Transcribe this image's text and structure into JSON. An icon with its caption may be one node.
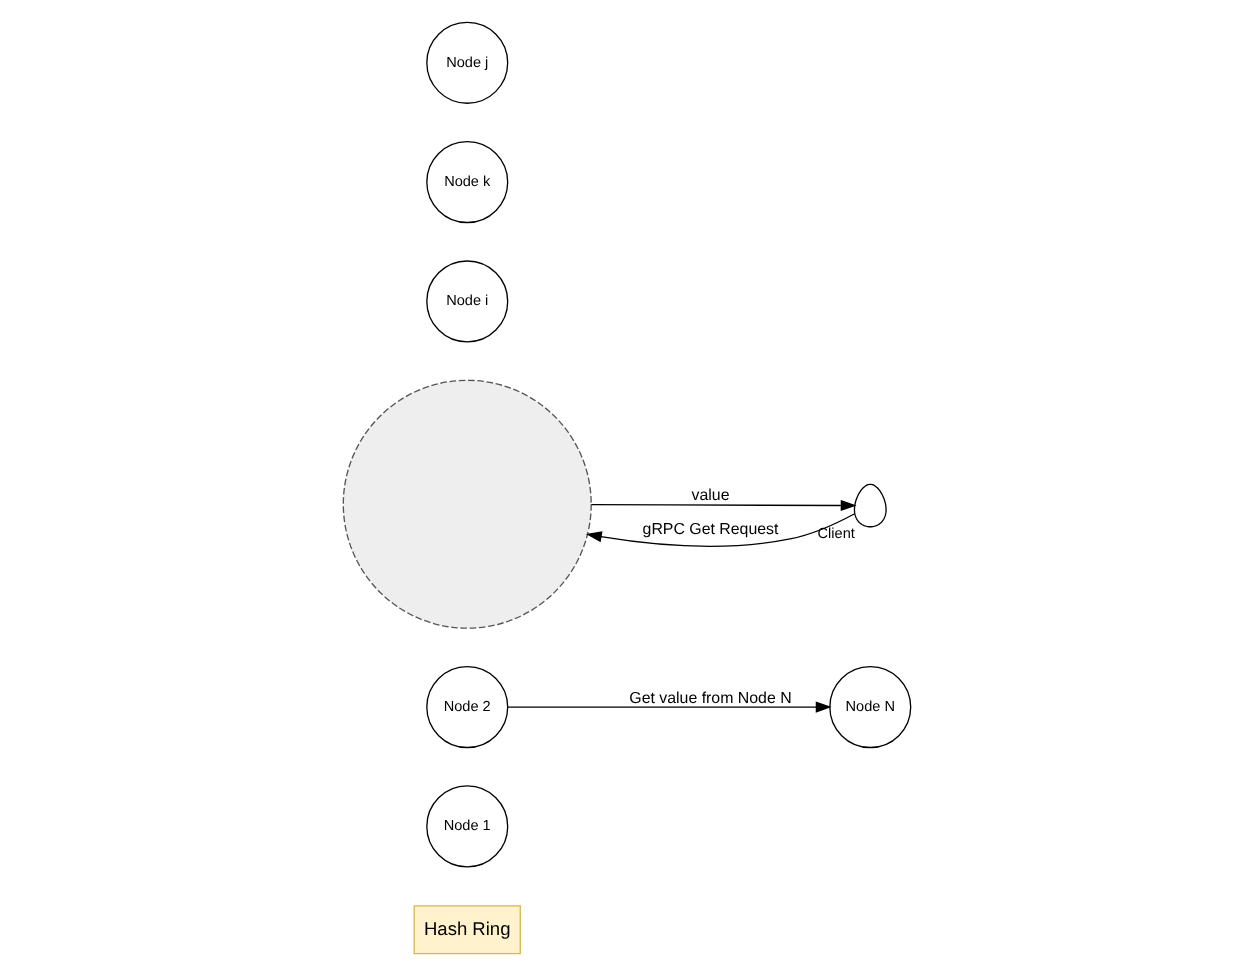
{
  "diagram": {
    "nodes": [
      {
        "text": [
          "Hash Ring"
        ]
      },
      {
        "text": [
          "Node 1"
        ]
      },
      {
        "text": [
          "Node 2"
        ]
      },
      {
        "text": [
          "Node N"
        ]
      },
      {
        "text": [],
        "shape": "circle"
      },
      {
        "text": [],
        "shape": "person",
        "beside": [
          "Client"
        ]
      },
      {
        "text": [
          "Node i"
        ]
      },
      {
        "text": [
          "Node k"
        ]
      },
      {
        "text": [
          "Node j"
        ]
      }
    ],
    "edges": [
      {
        "from": 2,
        "to": 3,
        "arrow": "to",
        "label": "Get value from Node N"
      },
      {
        "from": 5,
        "to": 4,
        "arrow": "to",
        "label": "gRPC Get Request"
      },
      {
        "from": 4,
        "to": 5,
        "arrow": "to",
        "label": "value"
      }
    ]
  }
}
